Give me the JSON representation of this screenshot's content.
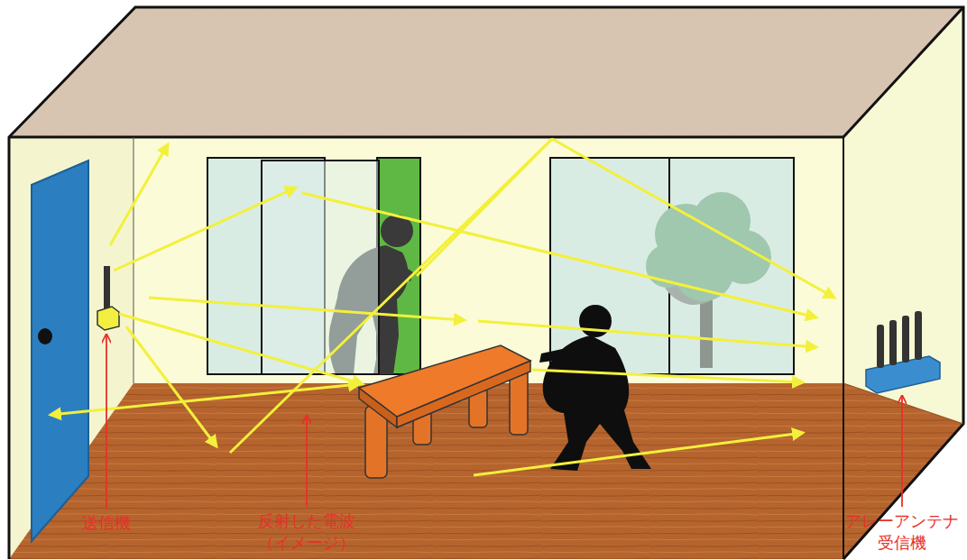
{
  "diagram": {
    "labels": [
      "送信機",
      "反射した電波 （イメージ）",
      "アレーアンテナ 受信機"
    ]
  }
}
